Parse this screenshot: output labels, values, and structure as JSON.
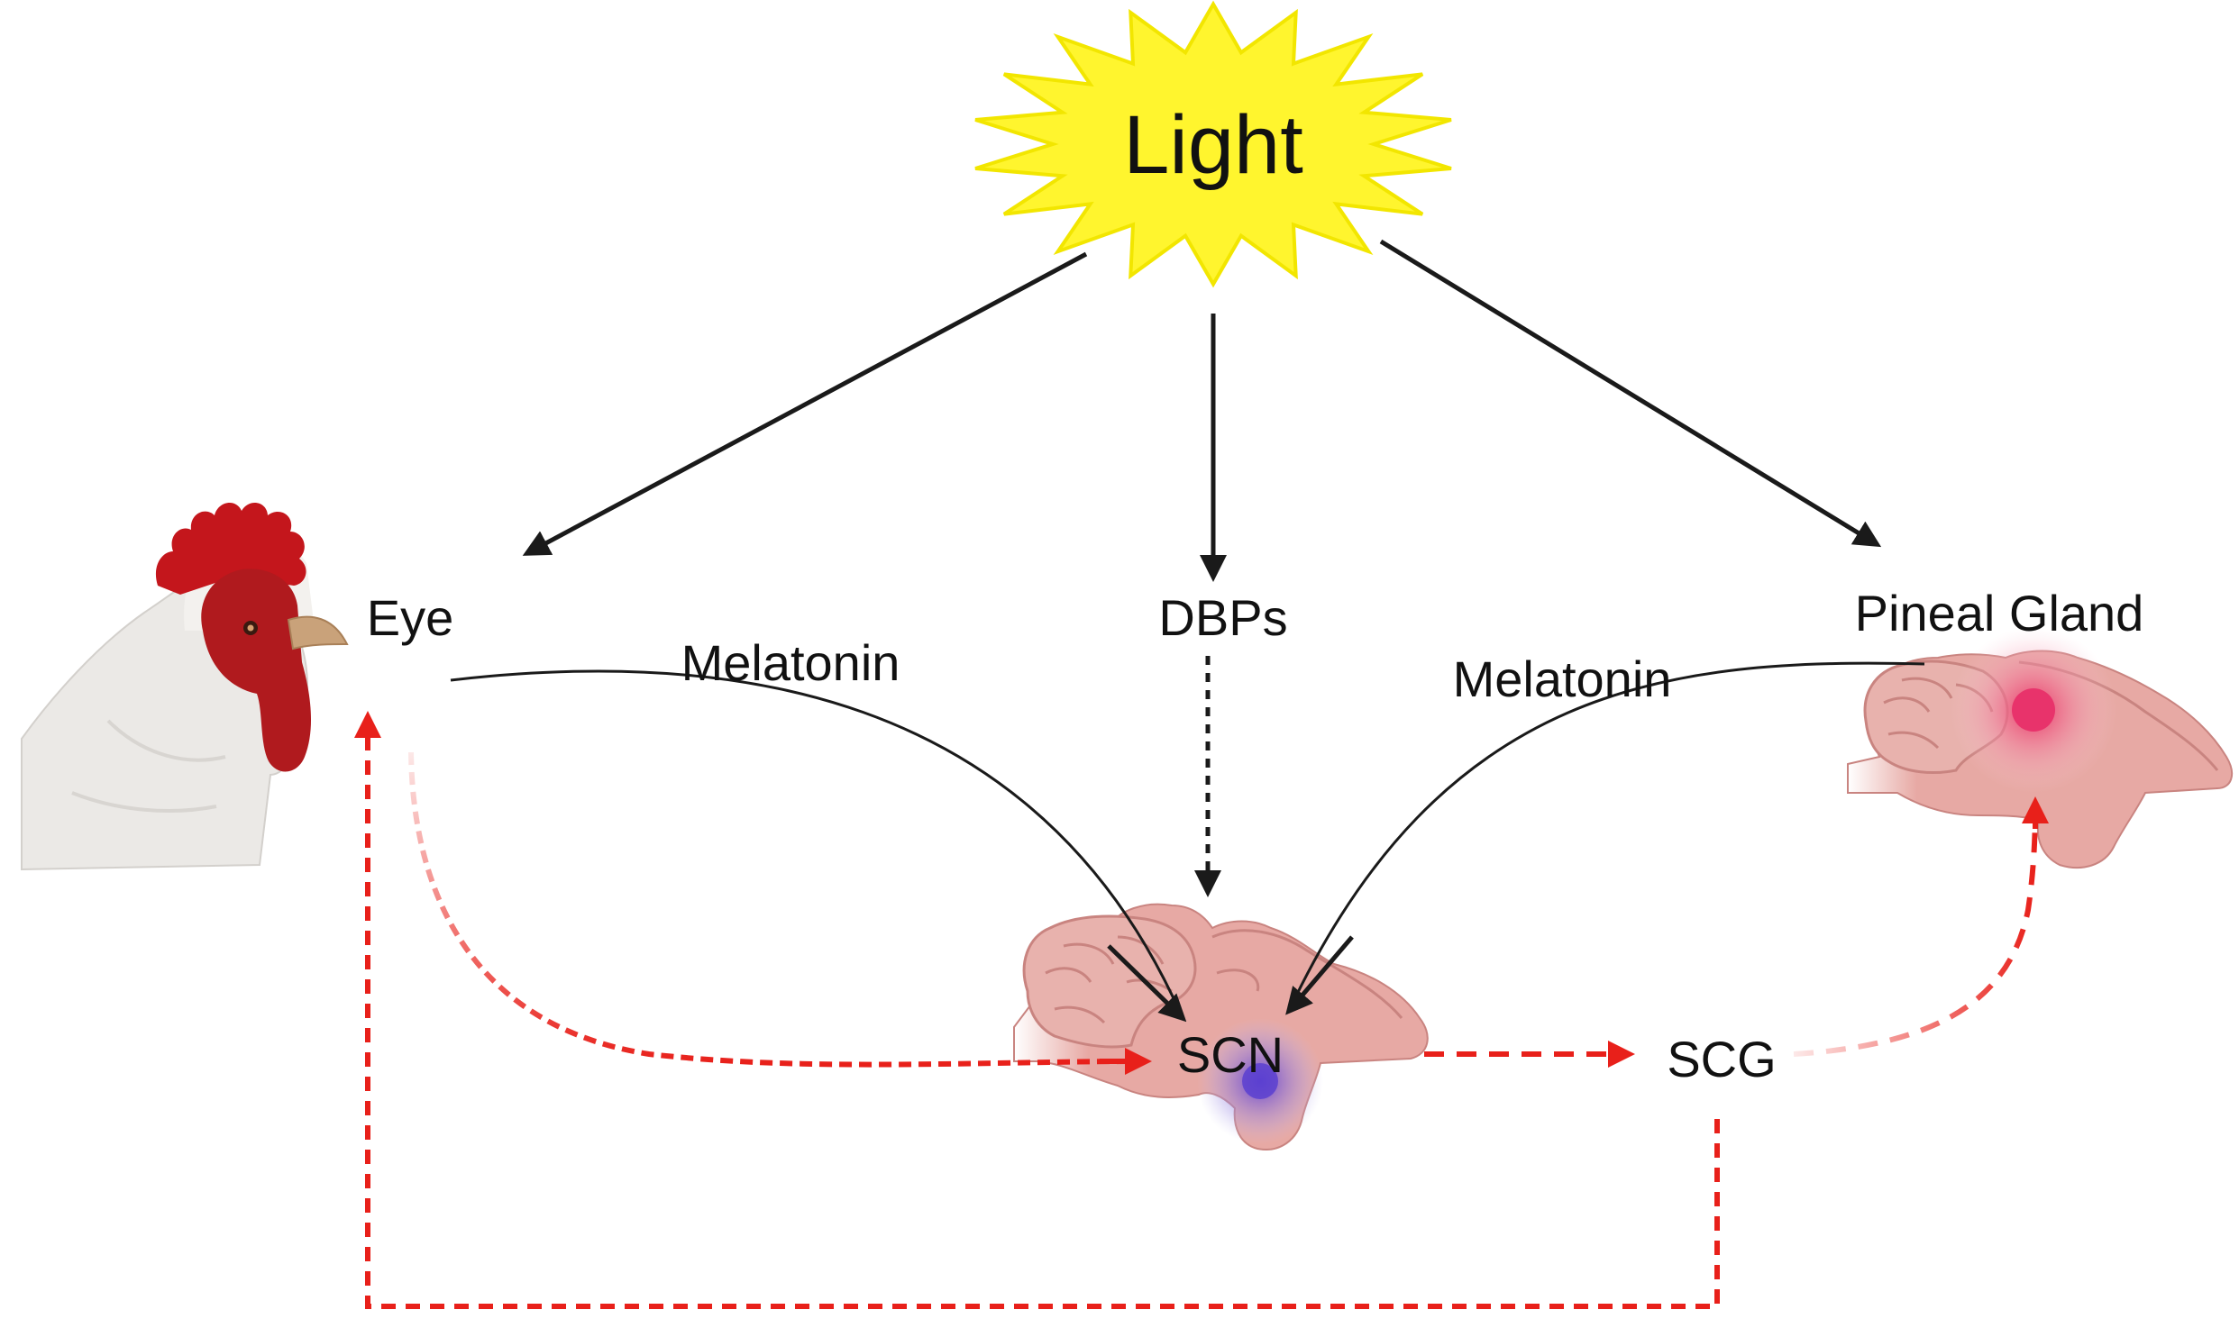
{
  "labels": {
    "light": "Light",
    "eye": "Eye",
    "dbps": "DBPs",
    "pineal": "Pineal Gland",
    "melatonin_left": "Melatonin",
    "melatonin_right": "Melatonin",
    "scn": "SCN",
    "scg": "SCG"
  },
  "colors": {
    "sun_fill": "#fff52e",
    "sun_stroke": "#f2e600",
    "arrow_black": "#1a1a1a",
    "arrow_red": "#e8201a",
    "brain": "#e7a9a4",
    "brain_dark": "#c98480",
    "scn_glow": "#6a4fd8",
    "pineal_glow": "#e8336b",
    "comb": "#c4161c",
    "wattle": "#b01a1e",
    "beak": "#c9a27a",
    "chicken_body": "#ebe9e6"
  },
  "icons": [
    "sun-burst-icon",
    "chicken-icon",
    "brain-icon"
  ]
}
